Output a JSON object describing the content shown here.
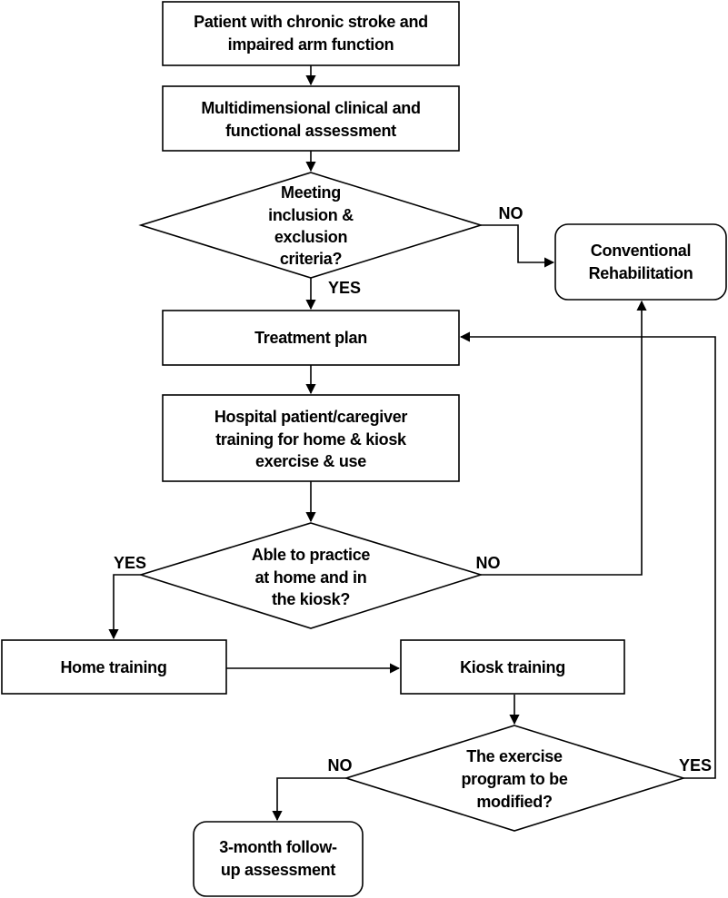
{
  "nodes": {
    "patient_intake": {
      "line1": "Patient with chronic stroke and",
      "line2": "impaired arm function"
    },
    "assessment": {
      "line1": "Multidimensional clinical and",
      "line2": "functional assessment"
    },
    "criteria_decision": {
      "line1": "Meeting",
      "line2": "inclusion &",
      "line3": "exclusion",
      "line4": "criteria?"
    },
    "conventional_rehab": {
      "line1": "Conventional",
      "line2": "Rehabilitation"
    },
    "treatment_plan": {
      "line1": "Treatment plan"
    },
    "hospital_training": {
      "line1": "Hospital patient/caregiver",
      "line2": "training for home & kiosk",
      "line3": "exercise & use"
    },
    "practice_decision": {
      "line1": "Able to practice",
      "line2": "at home and in",
      "line3": "the kiosk?"
    },
    "home_training": {
      "line1": "Home training"
    },
    "kiosk_training": {
      "line1": "Kiosk training"
    },
    "modify_decision": {
      "line1": "The exercise",
      "line2": "program to be",
      "line3": "modified?"
    },
    "followup": {
      "line1": "3-month follow-",
      "line2": "up assessment"
    }
  },
  "edge_labels": {
    "criteria_no": "NO",
    "criteria_yes": "YES",
    "practice_yes": "YES",
    "practice_no": "NO",
    "modify_no": "NO",
    "modify_yes": "YES"
  }
}
